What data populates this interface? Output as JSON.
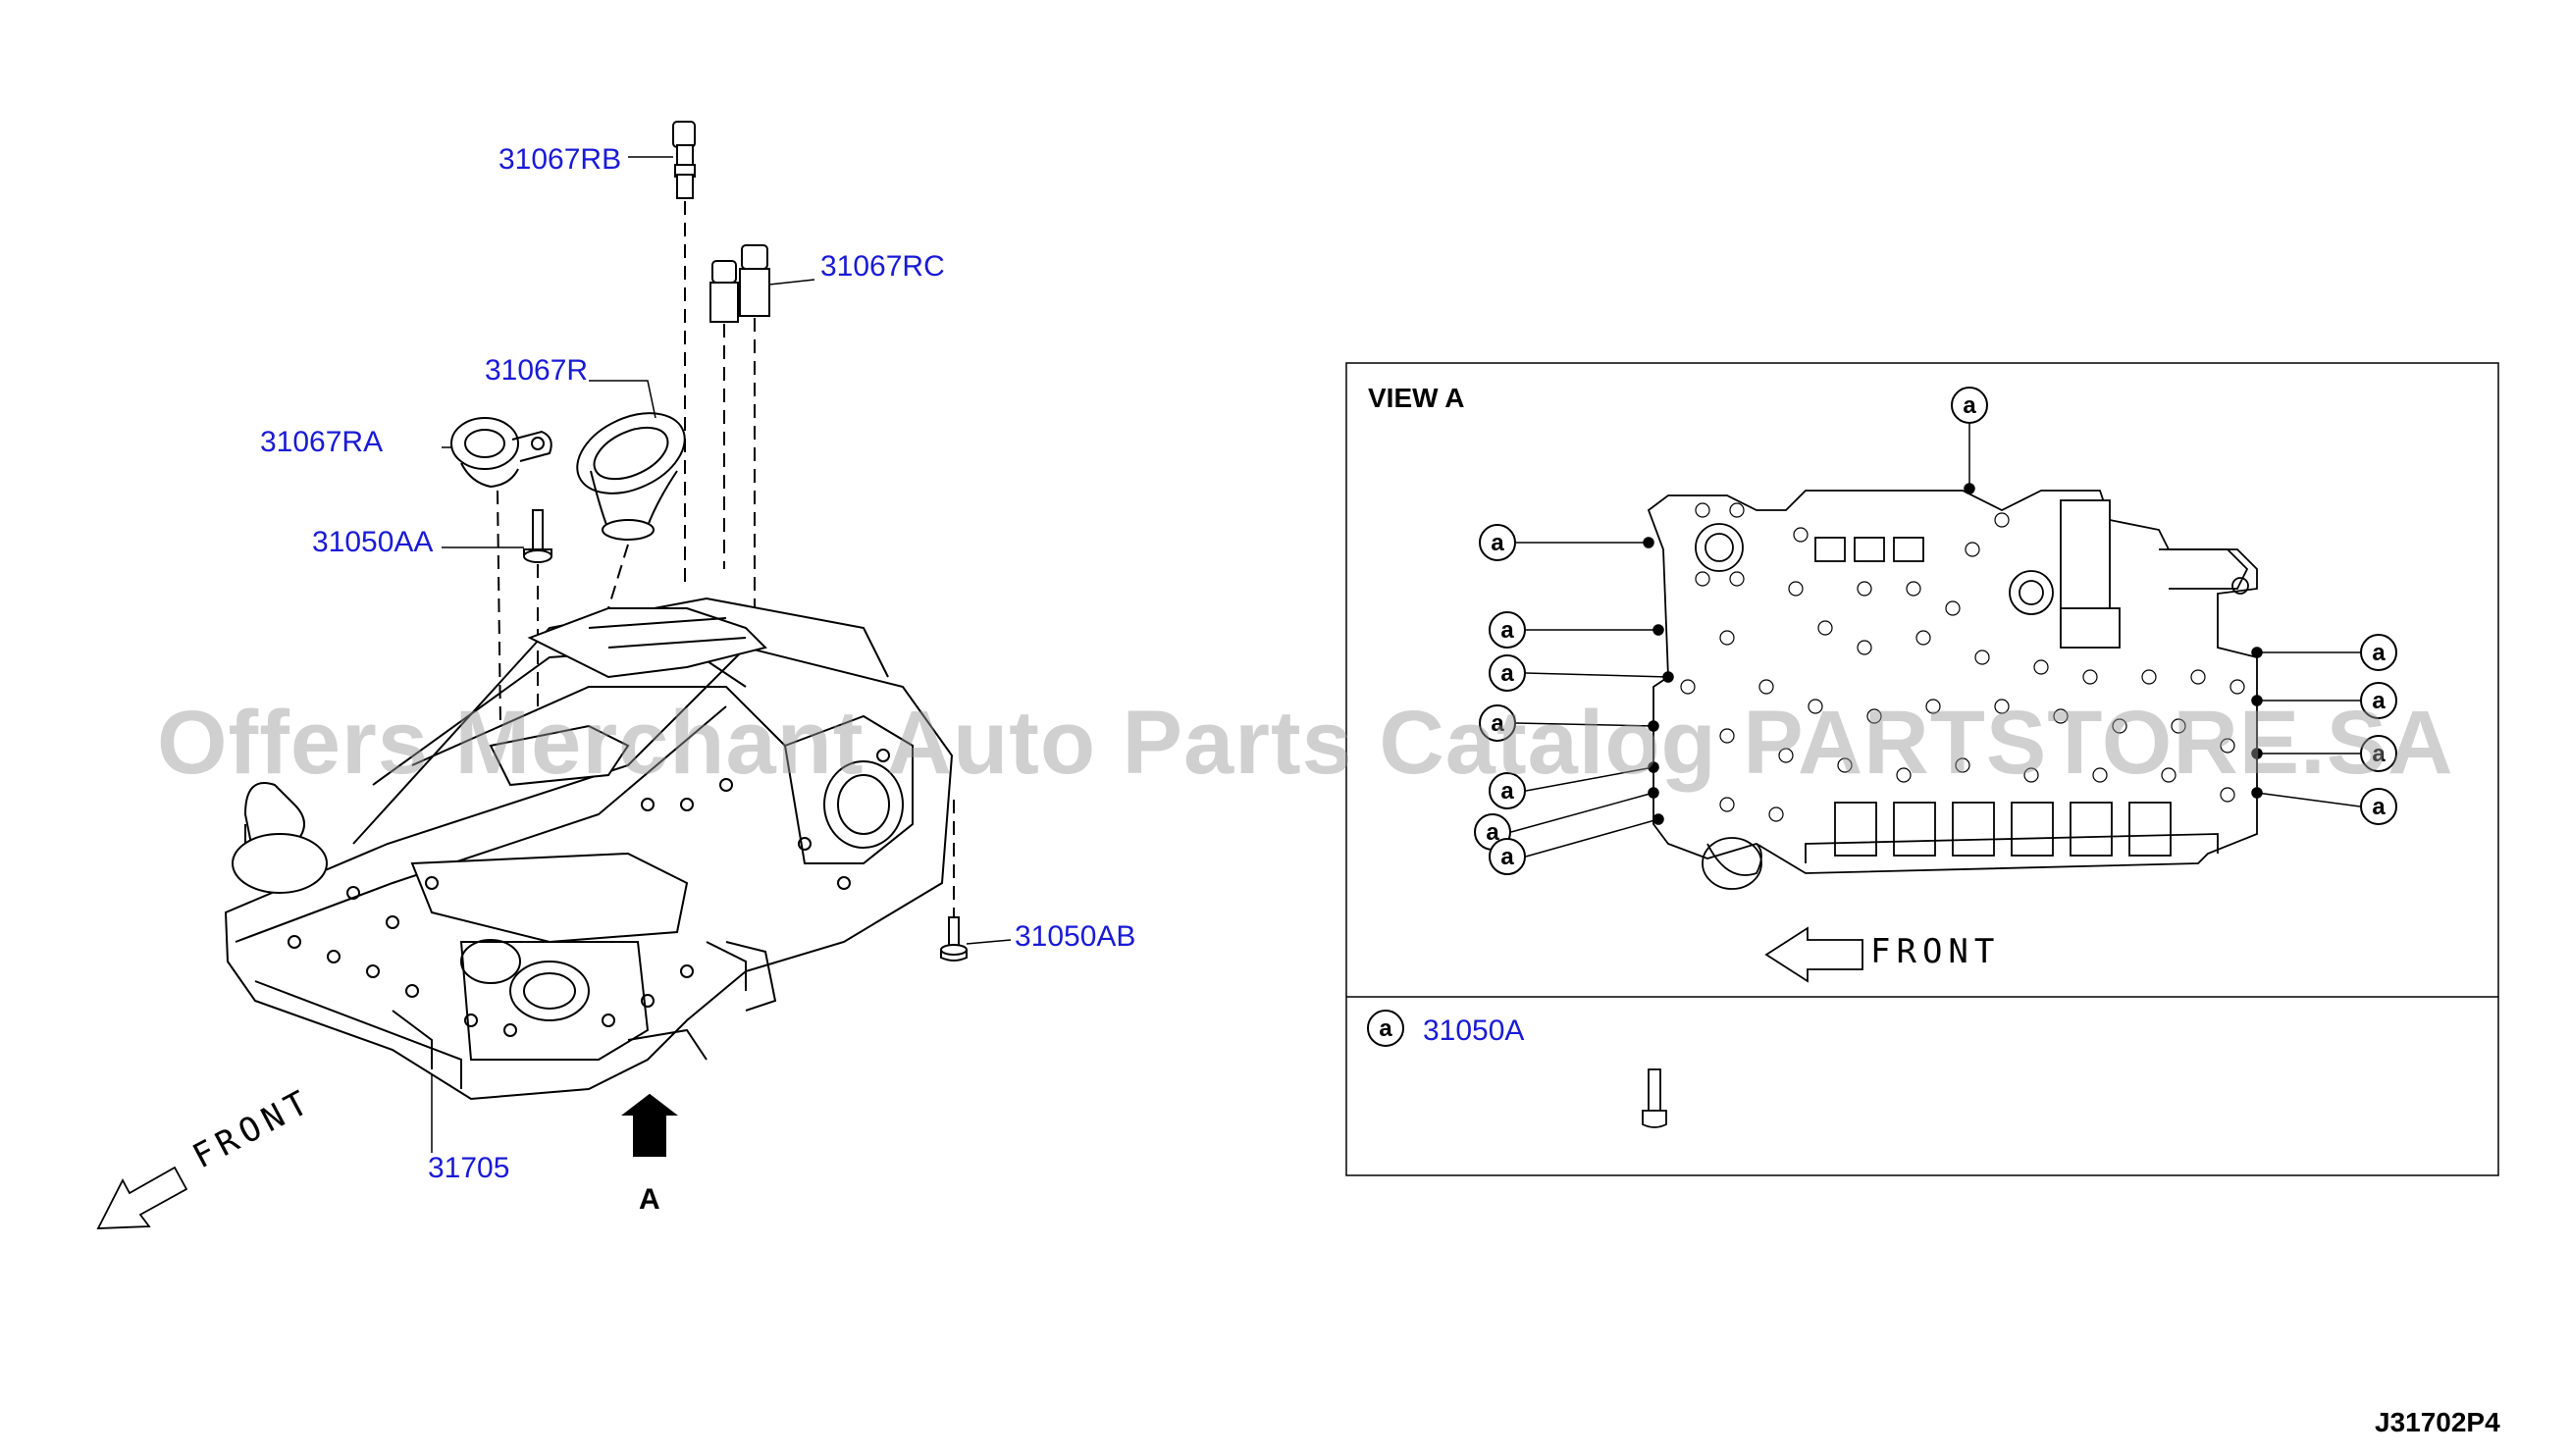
{
  "part_labels": {
    "p31067RB": "31067RB",
    "p31067RC": "31067RC",
    "p31067R": "31067R",
    "p31067RA": "31067RA",
    "p31050AA": "31050AA",
    "p31050AB": "31050AB",
    "p31705": "31705",
    "p31050A": "31050A"
  },
  "arrow_label": "A",
  "front_label": "FRONT",
  "view_title": "VIEW A",
  "callout_letter": "a",
  "diagram_code": "J31702P4",
  "watermark": "Offers Merchant Auto Parts Catalog PARTSTORE.SA",
  "colors": {
    "link": "#1a1ad6",
    "line": "#000000",
    "watermark": "#969696"
  }
}
